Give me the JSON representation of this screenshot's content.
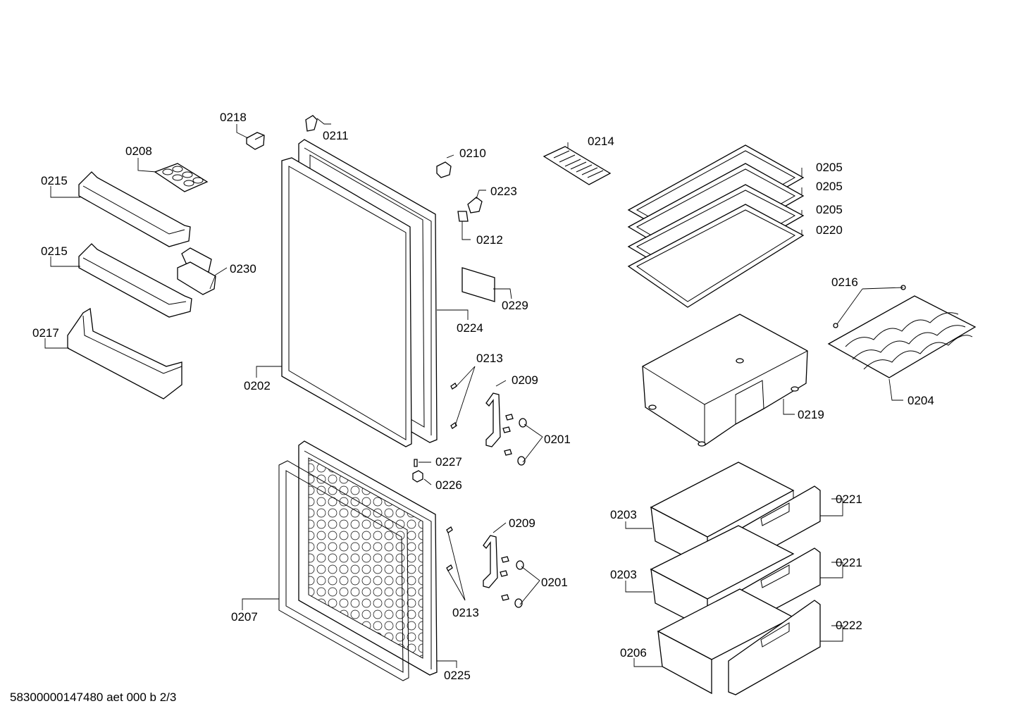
{
  "footer": {
    "document_code": "58300000147480 aet 000 b 2/3"
  },
  "callouts": {
    "c0218": "0218",
    "c0211": "0211",
    "c0208": "0208",
    "c0215a": "0215",
    "c0215b": "0215",
    "c0230": "0230",
    "c0217": "0217",
    "c0202": "0202",
    "c0224": "0224",
    "c0210": "0210",
    "c0223": "0223",
    "c0212": "0212",
    "c0229": "0229",
    "c0213a": "0213",
    "c0209a": "0209",
    "c0201a": "0201",
    "c0227": "0227",
    "c0226": "0226",
    "c0209b": "0209",
    "c0201b": "0201",
    "c0213b": "0213",
    "c0207": "0207",
    "c0225": "0225",
    "c0214": "0214",
    "c0205a": "0205",
    "c0205b": "0205",
    "c0205c": "0205",
    "c0220": "0220",
    "c0216": "0216",
    "c0204": "0204",
    "c0219": "0219",
    "c0203a": "0203",
    "c0221a": "0221",
    "c0203b": "0203",
    "c0221b": "0221",
    "c0206": "0206",
    "c0222": "0222"
  }
}
